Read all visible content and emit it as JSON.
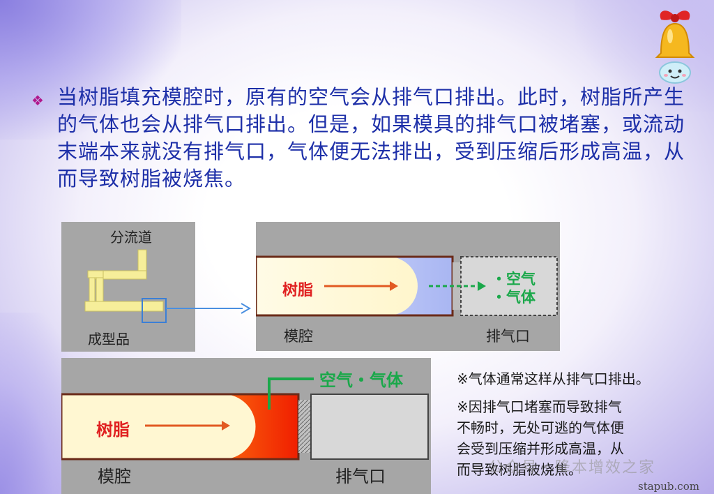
{
  "paragraph": "当树脂填充模腔时，原有的空气会从排气口排出。此时，树脂所产生的气体也会从排气口排出。但是，如果模具的排气口被堵塞，或流动末端本来就没有排气口，气体便无法排出，受到压缩后形成高温，从而导致树脂被烧焦。",
  "diagram1": {
    "runner_label": "分流道",
    "part_label": "成型品"
  },
  "diagram2": {
    "resin_label": "树脂",
    "gas_label_1": "・空气",
    "gas_label_2": "・气体",
    "cavity_label": "模腔",
    "vent_label": "排气口"
  },
  "diagram3": {
    "gas_label": "空气・气体",
    "resin_label": "树脂",
    "cavity_label": "模腔",
    "vent_label": "排气口"
  },
  "notes": {
    "note1": "※气体通常这样从排气口排出。",
    "note2_line1": "※因排气口堵塞而导致排气",
    "note2_line2": "不畅时，无处可逃的气体便",
    "note2_line3": "会受到压缩并形成高温，从",
    "note2_line4": "而导致树脂被烧焦。"
  },
  "watermark": "公众号・降本增效之家",
  "site": "stapub.com",
  "colors": {
    "text_blue": "#1d2fa8",
    "resin_red": "#e02020",
    "gas_green": "#1aa84a"
  }
}
